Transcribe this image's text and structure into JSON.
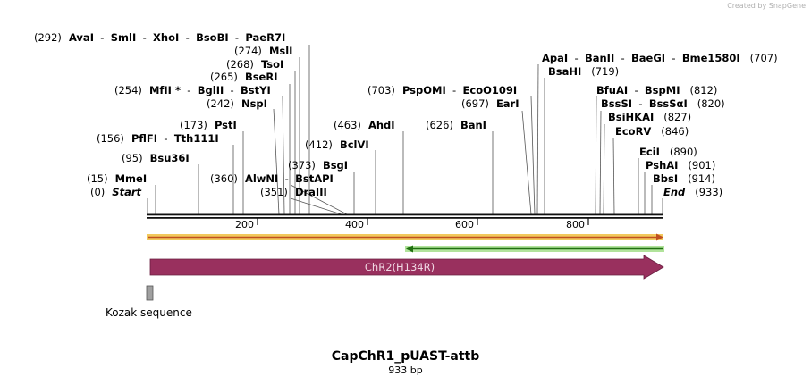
{
  "credit": "Created by SnapGene",
  "title": "CapChR1_pUAST-attb",
  "size_label": "933 bp",
  "map": {
    "length": 933,
    "ticks": [
      "200",
      "400",
      "600",
      "800"
    ]
  },
  "features": {
    "kozak": {
      "label": "Kozak sequence",
      "color": "#a0a0a0"
    },
    "cds": {
      "label": "ChR2(H134R)",
      "color": "#99305e",
      "text_color": "#f0d8e4"
    },
    "orange_line": {
      "color": "#f0c040",
      "arrow_color": "#c05020"
    },
    "green_line": {
      "color": "#a8e090",
      "arrow_color": "#207010"
    }
  },
  "cut_labels": [
    {
      "row": "292",
      "segs": [
        {
          "t": "(292)",
          "s": "pos"
        },
        {
          "t": "  AvaI",
          "s": "nm"
        },
        {
          "t": "  -  ",
          "s": "pos"
        },
        {
          "t": "SmlI",
          "s": "nm"
        },
        {
          "t": "  -  ",
          "s": "pos"
        },
        {
          "t": "XhoI",
          "s": "nm"
        },
        {
          "t": "  -  ",
          "s": "pos"
        },
        {
          "t": "BsoBI",
          "s": "nm"
        },
        {
          "t": "  -  ",
          "s": "pos"
        },
        {
          "t": "PaeR7I",
          "s": "nm"
        }
      ]
    },
    {
      "row": "274",
      "segs": [
        {
          "t": "(274)",
          "s": "pos"
        },
        {
          "t": "  MslI",
          "s": "nm"
        }
      ]
    },
    {
      "row": "268",
      "segs": [
        {
          "t": "(268)",
          "s": "pos"
        },
        {
          "t": "  TsoI",
          "s": "nm"
        }
      ]
    },
    {
      "row": "265",
      "segs": [
        {
          "t": "(265)",
          "s": "pos"
        },
        {
          "t": "  BseRI",
          "s": "nm"
        }
      ]
    },
    {
      "row": "254",
      "segs": [
        {
          "t": "(254)",
          "s": "pos"
        },
        {
          "t": "  MfII *",
          "s": "nm"
        },
        {
          "t": "  -  ",
          "s": "pos"
        },
        {
          "t": "BglII",
          "s": "nm"
        },
        {
          "t": "  -  ",
          "s": "pos"
        },
        {
          "t": "BstYI",
          "s": "nm"
        }
      ]
    },
    {
      "row": "242",
      "segs": [
        {
          "t": "(242)",
          "s": "pos"
        },
        {
          "t": "  NspI",
          "s": "nm"
        }
      ]
    },
    {
      "row": "173",
      "segs": [
        {
          "t": "(173)",
          "s": "pos"
        },
        {
          "t": "  PstI",
          "s": "nm"
        }
      ]
    },
    {
      "row": "156",
      "segs": [
        {
          "t": "(156)",
          "s": "pos"
        },
        {
          "t": "  PflFI",
          "s": "nm"
        },
        {
          "t": "  -  ",
          "s": "pos"
        },
        {
          "t": "Tth111I",
          "s": "nm"
        }
      ]
    },
    {
      "row": "95",
      "segs": [
        {
          "t": "(95)",
          "s": "pos"
        },
        {
          "t": "  Bsu36I",
          "s": "nm"
        }
      ]
    },
    {
      "row": "15",
      "segs": [
        {
          "t": "(15)",
          "s": "pos"
        },
        {
          "t": "  MmeI",
          "s": "nm"
        }
      ]
    },
    {
      "row": "0",
      "segs": [
        {
          "t": "(0)",
          "s": "pos"
        },
        {
          "t": "  Start",
          "s": "it"
        }
      ]
    },
    {
      "row": "360",
      "segs": [
        {
          "t": "(360)",
          "s": "pos"
        },
        {
          "t": "  AlwNI",
          "s": "nm"
        },
        {
          "t": "  -  ",
          "s": "pos"
        },
        {
          "t": "BstAPI",
          "s": "nm"
        }
      ]
    },
    {
      "row": "351",
      "segs": [
        {
          "t": "(351)",
          "s": "pos"
        },
        {
          "t": "  DraIII",
          "s": "nm"
        }
      ]
    },
    {
      "row": "373",
      "segs": [
        {
          "t": "(373)",
          "s": "pos"
        },
        {
          "t": "  BsgI",
          "s": "nm"
        }
      ]
    },
    {
      "row": "412",
      "segs": [
        {
          "t": "(412)",
          "s": "pos"
        },
        {
          "t": "  BclVI",
          "s": "nm"
        }
      ]
    },
    {
      "row": "463",
      "segs": [
        {
          "t": "(463)",
          "s": "pos"
        },
        {
          "t": "  AhdI",
          "s": "nm"
        }
      ]
    },
    {
      "row": "703",
      "segs": [
        {
          "t": "(703)",
          "s": "pos"
        },
        {
          "t": "  PspOMI",
          "s": "nm"
        },
        {
          "t": "  -  ",
          "s": "pos"
        },
        {
          "t": "EcoO109I",
          "s": "nm"
        }
      ]
    },
    {
      "row": "697",
      "segs": [
        {
          "t": "(697)",
          "s": "pos"
        },
        {
          "t": "  EarI",
          "s": "nm"
        }
      ]
    },
    {
      "row": "626",
      "segs": [
        {
          "t": "(626)",
          "s": "pos"
        },
        {
          "t": "  BanI",
          "s": "nm"
        }
      ]
    },
    {
      "row": "707",
      "segs": [
        {
          "t": "ApaI",
          "s": "nm"
        },
        {
          "t": "  -  ",
          "s": "pos"
        },
        {
          "t": "BanII",
          "s": "nm"
        },
        {
          "t": "  -  ",
          "s": "pos"
        },
        {
          "t": "BaeGI",
          "s": "nm"
        },
        {
          "t": "  -  ",
          "s": "pos"
        },
        {
          "t": "Bme1580I",
          "s": "nm"
        },
        {
          "t": "   (707)",
          "s": "pos"
        }
      ]
    },
    {
      "row": "719",
      "segs": [
        {
          "t": "BsaHI",
          "s": "nm"
        },
        {
          "t": "   (719)",
          "s": "pos"
        }
      ]
    },
    {
      "row": "812",
      "segs": [
        {
          "t": "BfuAI",
          "s": "nm"
        },
        {
          "t": "  -  ",
          "s": "pos"
        },
        {
          "t": "BspMI",
          "s": "nm"
        },
        {
          "t": "   (812)",
          "s": "pos"
        }
      ]
    },
    {
      "row": "820",
      "segs": [
        {
          "t": "BssSI",
          "s": "nm"
        },
        {
          "t": "  -  ",
          "s": "pos"
        },
        {
          "t": "BssSαI",
          "s": "nm"
        },
        {
          "t": "   (820)",
          "s": "pos"
        }
      ]
    },
    {
      "row": "827",
      "segs": [
        {
          "t": "BsiHKAI",
          "s": "nm"
        },
        {
          "t": "   (827)",
          "s": "pos"
        }
      ]
    },
    {
      "row": "846",
      "segs": [
        {
          "t": "EcoRV",
          "s": "nm"
        },
        {
          "t": "   (846)",
          "s": "pos"
        }
      ]
    },
    {
      "row": "890",
      "segs": [
        {
          "t": "EciI",
          "s": "nm"
        },
        {
          "t": "   (890)",
          "s": "pos"
        }
      ]
    },
    {
      "row": "901",
      "segs": [
        {
          "t": "PshAI",
          "s": "nm"
        },
        {
          "t": "   (901)",
          "s": "pos"
        }
      ]
    },
    {
      "row": "914",
      "segs": [
        {
          "t": "BbsI",
          "s": "nm"
        },
        {
          "t": "   (914)",
          "s": "pos"
        }
      ]
    },
    {
      "row": "933",
      "segs": [
        {
          "t": "End",
          "s": "it"
        },
        {
          "t": "   (933)",
          "s": "pos"
        }
      ]
    }
  ]
}
